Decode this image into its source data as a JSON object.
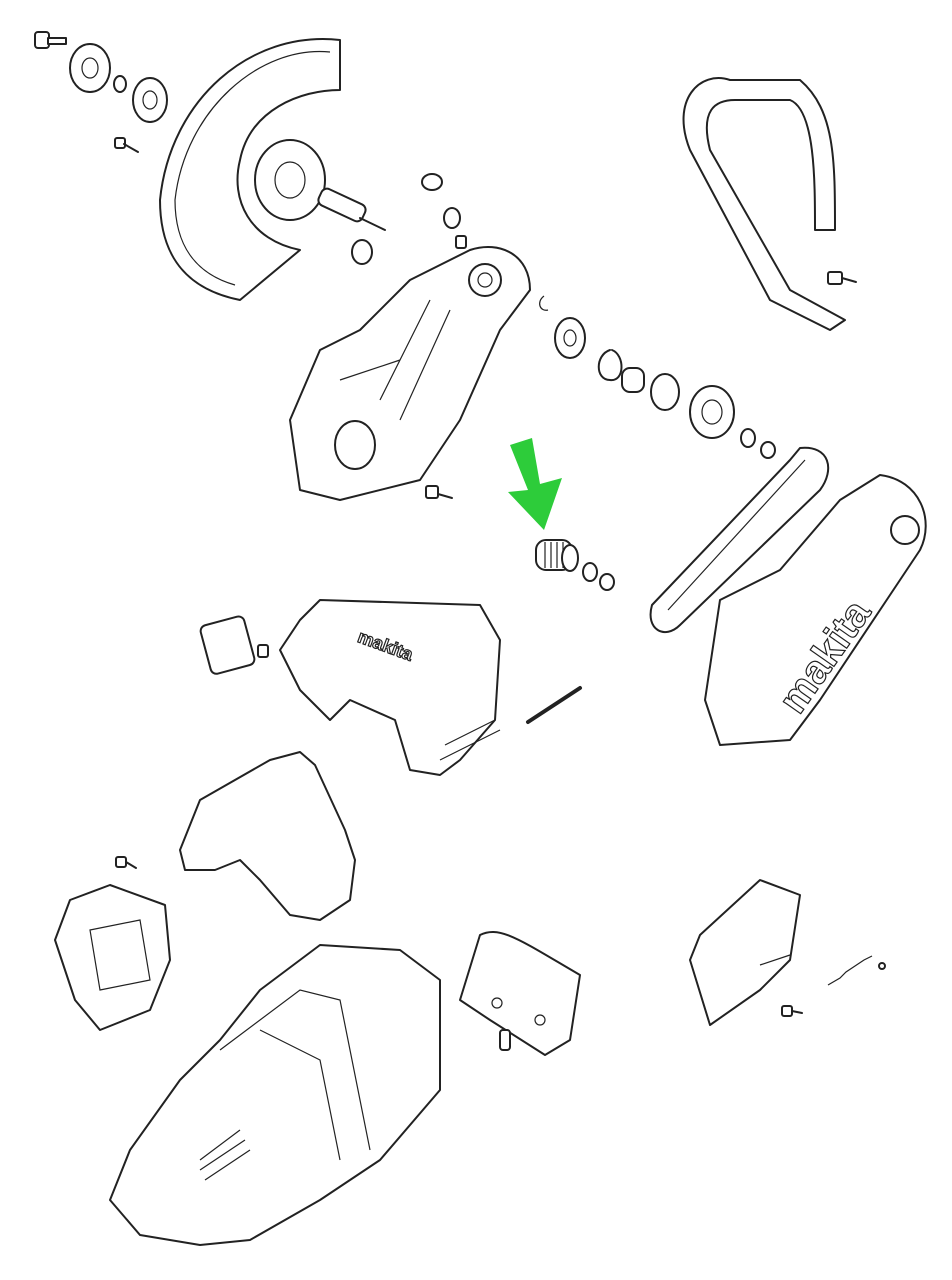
{
  "diagram": {
    "type": "exploded parts view",
    "logos": [
      "makita",
      "makita"
    ],
    "highlight_arrow_color": "#2dcc3a",
    "line_color": "#222222"
  }
}
